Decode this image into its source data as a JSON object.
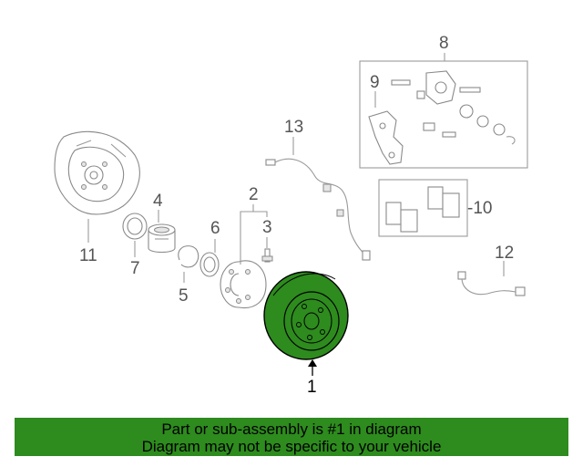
{
  "callouts": {
    "c1": "1",
    "c2": "2",
    "c3": "3",
    "c4": "4",
    "c5": "5",
    "c6": "6",
    "c7": "7",
    "c8": "8",
    "c9": "9",
    "c10": "-10",
    "c11": "11",
    "c12": "12",
    "c13": "13"
  },
  "banner": {
    "line1": "Part or sub-assembly is #1 in diagram",
    "line2": "Diagram may not be specific to your vehicle"
  },
  "colors": {
    "highlight": "#2e8b1e",
    "banner_bg": "#2e8b1e"
  }
}
